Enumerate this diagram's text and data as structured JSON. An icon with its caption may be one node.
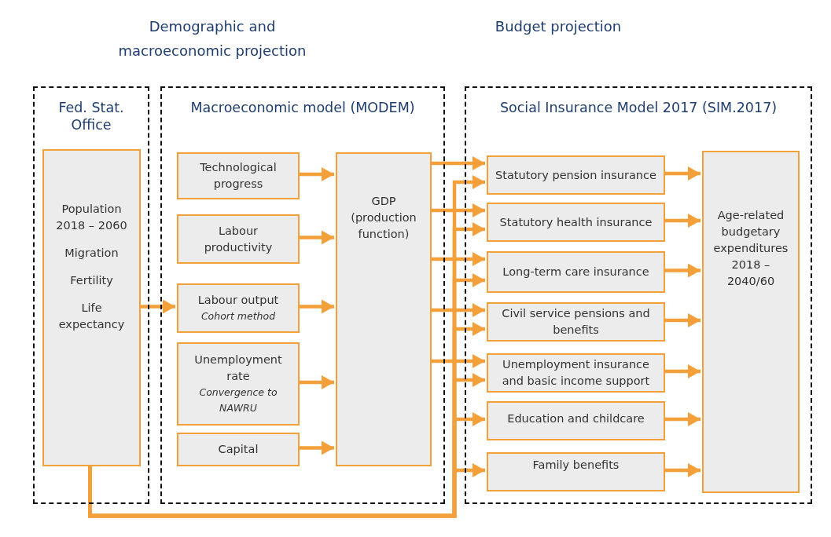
{
  "diagram": {
    "nodes": [
      {
        "text": [
          "Fed. Stat. Office"
        ]
      },
      {
        "text": [
          "Population 2018 – 2060",
          "Migration",
          "Fertility",
          "Life expectancy"
        ],
        "in": 0
      },
      {
        "text": [
          "Macroeconomic model (MODEM)"
        ]
      },
      {
        "text": [
          "Technological progress"
        ],
        "in": 2
      },
      {
        "text": [
          "Labour productivity"
        ],
        "in": 2
      },
      {
        "text": [
          "Labour output",
          "Cohort method"
        ],
        "in": 2
      },
      {
        "text": [
          "Unemployment rate",
          "Convergence to NAWRU"
        ],
        "in": 2
      },
      {
        "text": [
          "Capital"
        ],
        "in": 2
      },
      {
        "text": [
          "GDP (production function)"
        ],
        "in": 2
      },
      {
        "text": [
          "Social Insurance Model 2017 (SIM.2017)"
        ]
      },
      {
        "text": [
          "Statutory pension insurance"
        ],
        "in": 9
      },
      {
        "text": [
          "Statutory health insurance"
        ],
        "in": 9
      },
      {
        "text": [
          "Long-term care insurance"
        ],
        "in": 9
      },
      {
        "text": [
          "Civil service pensions and benefits"
        ],
        "in": 9
      },
      {
        "text": [
          "Unemployment insurance and basic income support"
        ],
        "in": 9
      },
      {
        "text": [
          "Education and childcare"
        ],
        "in": 9
      },
      {
        "text": [
          "Family benefits"
        ],
        "in": 9
      },
      {
        "text": [
          "Age-related budgetary expenditures 2018 – 2040/60"
        ],
        "in": 9
      }
    ],
    "edges": [
      {
        "from": 1,
        "to": 5,
        "arrow": "to"
      },
      {
        "from": 3,
        "to": 8,
        "arrow": "to"
      },
      {
        "from": 4,
        "to": 8,
        "arrow": "to"
      },
      {
        "from": 5,
        "to": 8,
        "arrow": "to"
      },
      {
        "from": 6,
        "to": 8,
        "arrow": "to"
      },
      {
        "from": 7,
        "to": 8,
        "arrow": "to"
      },
      {
        "from": 8,
        "to": 10,
        "arrow": "to"
      },
      {
        "from": 8,
        "to": 11,
        "arrow": "to"
      },
      {
        "from": 8,
        "to": 12,
        "arrow": "to"
      },
      {
        "from": 8,
        "to": 13,
        "arrow": "to"
      },
      {
        "from": 8,
        "to": 14,
        "arrow": "to"
      },
      {
        "from": 1,
        "to": 10,
        "arrow": "to"
      },
      {
        "from": 1,
        "to": 11,
        "arrow": "to"
      },
      {
        "from": 1,
        "to": 12,
        "arrow": "to"
      },
      {
        "from": 1,
        "to": 13,
        "arrow": "to"
      },
      {
        "from": 1,
        "to": 14,
        "arrow": "to"
      },
      {
        "from": 1,
        "to": 15,
        "arrow": "to"
      },
      {
        "from": 1,
        "to": 16,
        "arrow": "to"
      },
      {
        "from": 10,
        "to": 17,
        "arrow": "to"
      },
      {
        "from": 11,
        "to": 17,
        "arrow": "to"
      },
      {
        "from": 12,
        "to": 17,
        "arrow": "to"
      },
      {
        "from": 13,
        "to": 17,
        "arrow": "to"
      },
      {
        "from": 14,
        "to": 17,
        "arrow": "to"
      },
      {
        "from": 15,
        "to": 17,
        "arrow": "to"
      },
      {
        "from": 16,
        "to": 17,
        "arrow": "to"
      }
    ],
    "labels": [
      "Demographic and macroeconomic projection",
      "Budget projection"
    ]
  }
}
